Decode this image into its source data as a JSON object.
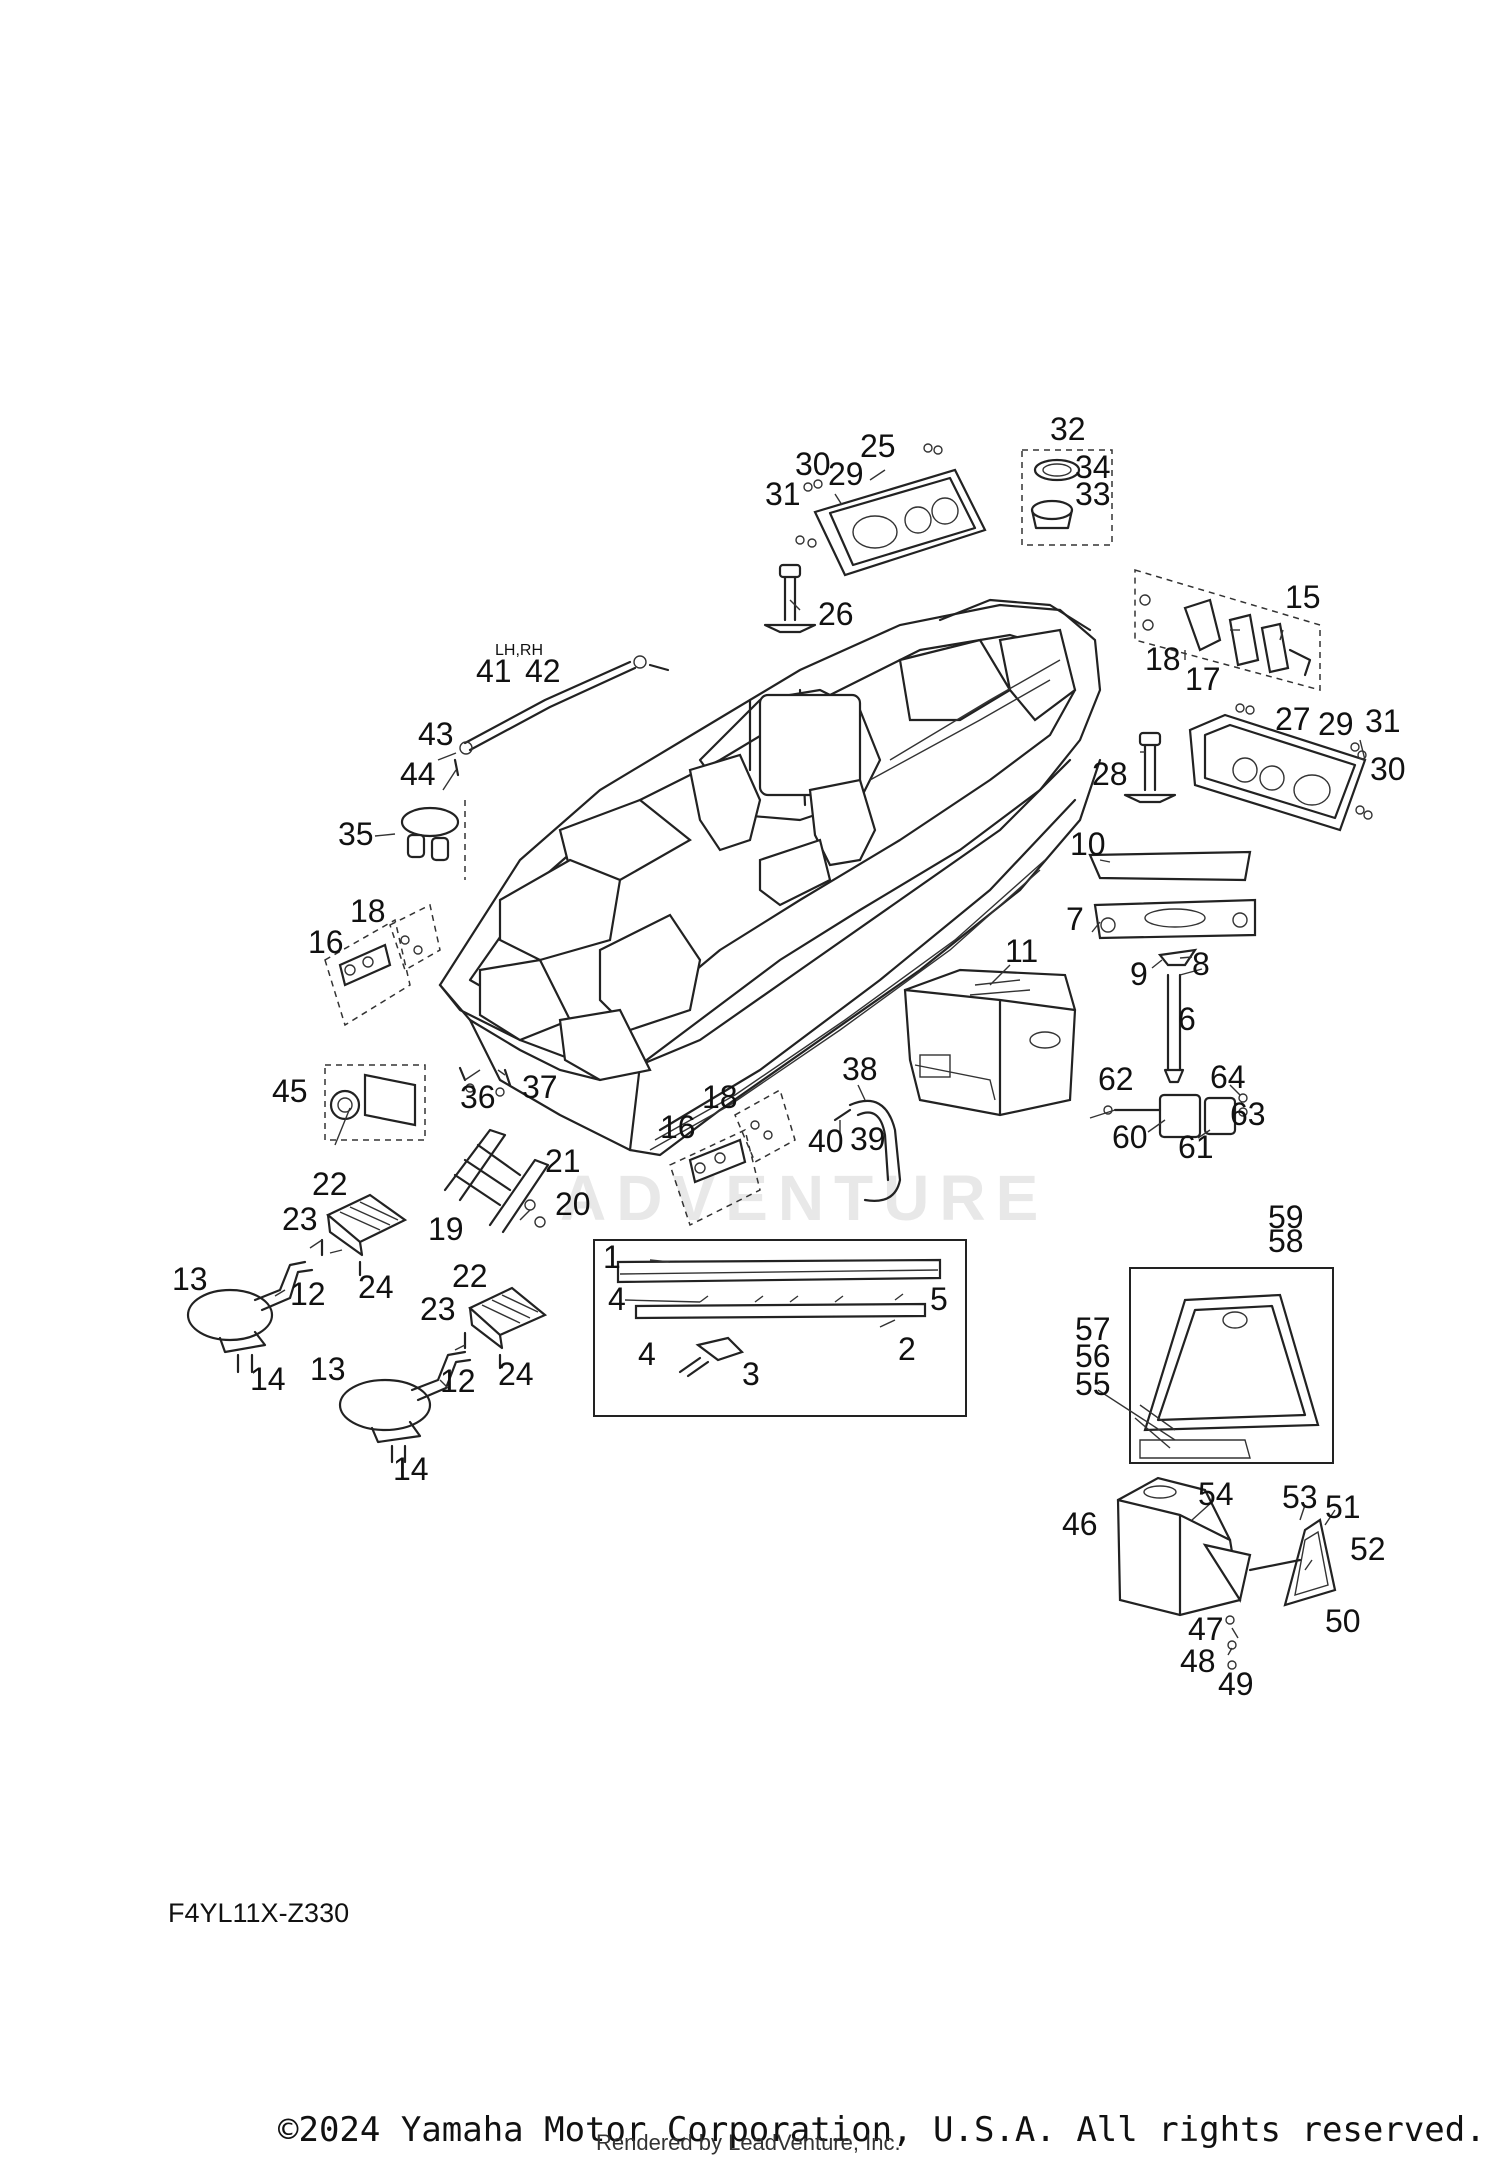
{
  "diagram": {
    "code": "F4YL11X-Z330",
    "side_note": "LH,RH",
    "watermark": "ADVENTURE",
    "callouts": [
      "1",
      "2",
      "3",
      "4",
      "5",
      "6",
      "7",
      "8",
      "9",
      "10",
      "11",
      "12",
      "13",
      "14",
      "15",
      "16",
      "17",
      "18",
      "19",
      "20",
      "21",
      "22",
      "23",
      "24",
      "25",
      "26",
      "27",
      "28",
      "29",
      "30",
      "31",
      "32",
      "33",
      "34",
      "35",
      "36",
      "37",
      "38",
      "39",
      "40",
      "41",
      "42",
      "43",
      "44",
      "45",
      "46",
      "47",
      "48",
      "49",
      "50",
      "51",
      "52",
      "53",
      "54",
      "55",
      "56",
      "57",
      "58",
      "59",
      "60",
      "61",
      "62",
      "63",
      "64"
    ]
  },
  "footer": {
    "copyright": "©2024 Yamaha Motor Corporation, U.S.A. All rights reserved.",
    "rendered_by": "Rendered by LeadVenture, Inc."
  }
}
